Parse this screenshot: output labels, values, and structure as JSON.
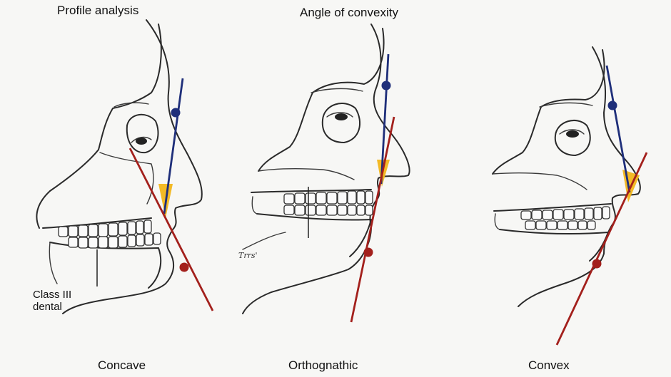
{
  "labels": {
    "top_left": "Profile analysis",
    "top_center": "Angle of convexity",
    "side_note_line1": "Class III",
    "side_note_line2": "dental",
    "bottom_left": "Concave",
    "bottom_center": "Orthognathic",
    "bottom_right": "Convex",
    "signature": "Trrs'"
  },
  "colors": {
    "blue_line": "#1f2f7a",
    "red_line": "#a3201c",
    "angle_fill": "#f2b61a",
    "sketch": "#2a2a2a"
  },
  "profiles": [
    {
      "id": "concave",
      "name": "Concave"
    },
    {
      "id": "orthognathic",
      "name": "Orthognathic"
    },
    {
      "id": "convex",
      "name": "Convex"
    }
  ]
}
